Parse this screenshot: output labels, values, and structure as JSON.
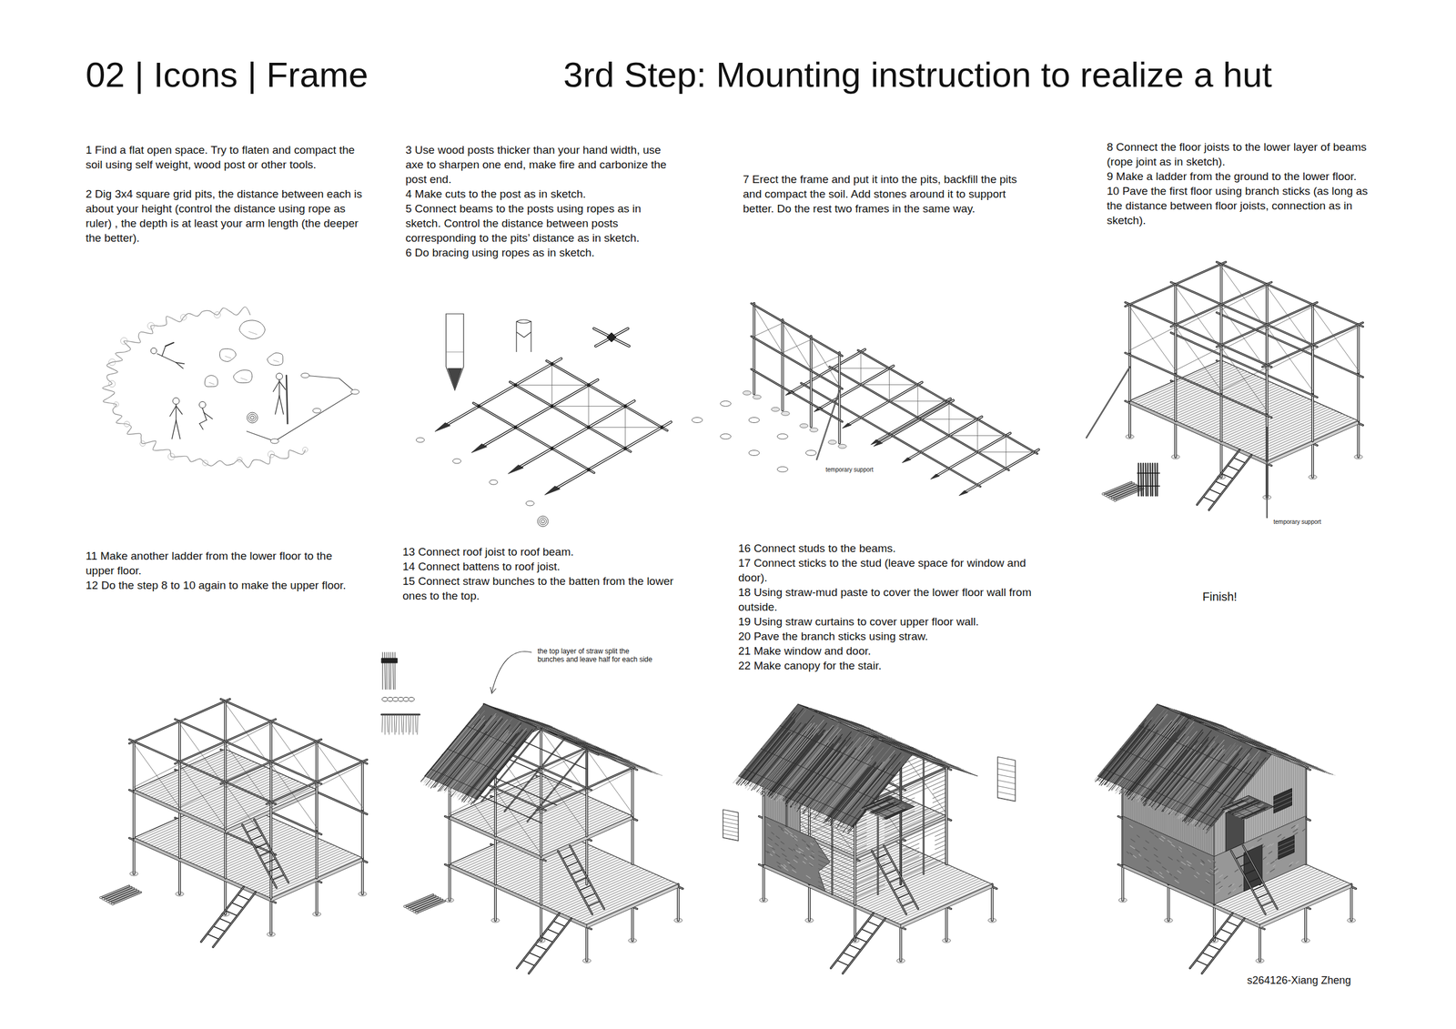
{
  "diagram": {
    "title": "3rd Step: Mounting instruction to realize a hut",
    "labels": [
      "02 | Icons | Frame",
      "1 Find a flat open space. Try to flaten and compact the soil using self weight, wood post or other tools.",
      "2 Dig 3x4 square grid pits, the distance between each is about your height (control the distance using rope as ruler) , the depth is at least your arm length (the deeper the better).",
      "3 Use wood posts thicker than your hand width, use axe to sharpen one end, make fire and carbonize the post end.",
      "4 Make cuts to the post as in sketch.",
      "5 Connect beams to the posts using ropes as in sketch. Control the distance between posts corresponding to the pits’ distance as in sketch.",
      "6 Do bracing using ropes as in sketch.",
      "7 Erect the frame and put it into the pits, backfill the pits and compact the soil. Add stones around it to support better. Do the rest two frames in the same way.",
      "temporary support",
      "8 Connect the floor joists to the lower layer of beams (rope joint as in sketch).",
      "9 Make a ladder from the ground to the lower floor.",
      "10 Pave the first floor using branch sticks (as long as the distance between floor joists, connection as in sketch).",
      "temporary support",
      "11 Make another ladder from the lower floor to the upper floor.",
      "12 Do the step 8 to 10 again to make the upper floor.",
      "13 Connect roof joist to roof beam.",
      "14 Connect battens to roof joist.",
      "15 Connect straw bunches to the batten from the lower ones to the top.",
      "the top layer of straw split the bunches and leave half for each side",
      "16 Connect studs to the beams.",
      "17 Connect sticks to the stud (leave space for window and door).",
      "18 Using straw-mud paste to cover the lower floor wall from outside.",
      "19 Using straw curtains to cover upper floor wall.",
      "20 Pave the branch sticks using straw.",
      "21 Make window and door.",
      "22 Make canopy for the stair.",
      "Finish!",
      "s264126-Xiang Zheng"
    ]
  }
}
